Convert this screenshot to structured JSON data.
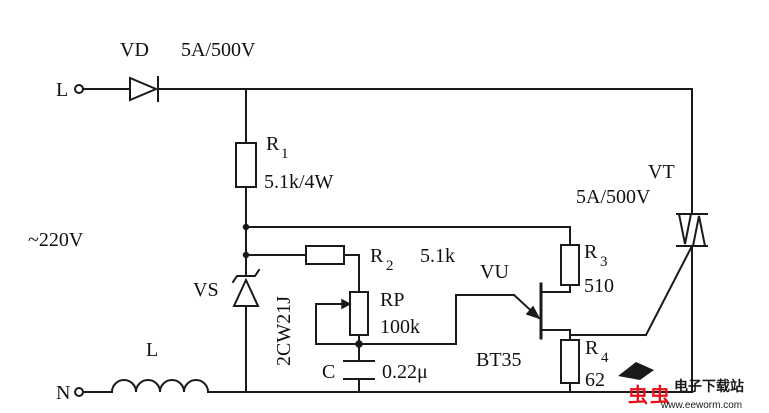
{
  "labels": {
    "L_terminal": "L",
    "N_terminal": "N",
    "source": "~220V",
    "vd": "VD",
    "vd_rating": "5A/500V",
    "r1": "R",
    "r1_sub": "1",
    "r1_value": "5.1k/4W",
    "r2": "R",
    "r2_sub": "2",
    "r2_value": "5.1k",
    "r3": "R",
    "r3_sub": "3",
    "r3_value": "510",
    "r4": "R",
    "r4_sub": "4",
    "r4_value": "62",
    "rp": "RP",
    "rp_value": "100k",
    "c": "C",
    "c_value": "0.22μ",
    "vs": "VS",
    "vs_part": "2CW21J",
    "vu": "VU",
    "vu_part": "BT35",
    "vt": "VT",
    "vt_rating": "5A/500V",
    "inductor": "L"
  },
  "watermark": {
    "brand": "电子下载站",
    "url": "www.eeworm.com",
    "colors": {
      "red": "#e8101a",
      "dark": "#1a1a1a"
    }
  }
}
